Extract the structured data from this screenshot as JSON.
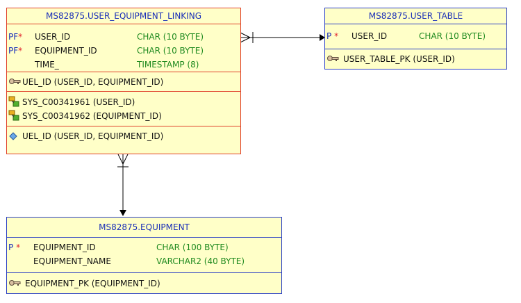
{
  "entities": {
    "linking": {
      "title": "MS82875.USER_EQUIPMENT_LINKING",
      "columns": [
        {
          "flag": "PF",
          "star": "*",
          "name": "USER_ID",
          "type": "CHAR (10 BYTE)"
        },
        {
          "flag": "PF",
          "star": "*",
          "name": "EQUIPMENT_ID",
          "type": "CHAR (10 BYTE)"
        },
        {
          "flag": "",
          "star": "",
          "name": "TIME_",
          "type": "TIMESTAMP (8)"
        }
      ],
      "pk": "UEL_ID (USER_ID, EQUIPMENT_ID)",
      "fks": [
        "SYS_C00341961 (USER_ID)",
        "SYS_C00341962 (EQUIPMENT_ID)"
      ],
      "index": "UEL_ID (USER_ID, EQUIPMENT_ID)"
    },
    "user_table": {
      "title": "MS82875.USER_TABLE",
      "columns": [
        {
          "flag": "P",
          "star": "*",
          "name": "USER_ID",
          "type": "CHAR (10 BYTE)"
        }
      ],
      "pk": "USER_TABLE_PK (USER_ID)"
    },
    "equipment": {
      "title": "MS82875.EQUIPMENT",
      "columns": [
        {
          "flag": "P",
          "star": "*",
          "name": "EQUIPMENT_ID",
          "type": "CHAR (100 BYTE)"
        },
        {
          "flag": "",
          "star": "",
          "name": "EQUIPMENT_NAME",
          "type": "VARCHAR2 (40 BYTE)"
        }
      ],
      "pk": "EQUIPMENT_PK (EQUIPMENT_ID)"
    }
  },
  "icons": {
    "pk": "key-icon",
    "fk": "foreign-key-icon",
    "index": "index-diamond-icon"
  },
  "colors": {
    "entity_fill": "#ffffc8",
    "linking_border": "#e0402a",
    "table_border": "#2a3fc4",
    "title_text": "#1a2fb8",
    "type_text": "#1f8a1f",
    "mandatory_star": "#e0202a"
  }
}
